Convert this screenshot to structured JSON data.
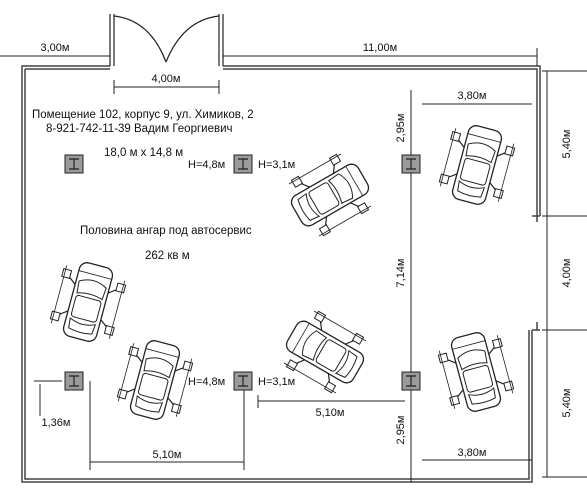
{
  "info": {
    "address": "Помещение 102, корпус 9, ул. Химиков, 2",
    "contact": "8-921-742-11-39 Вадим Георгиевич",
    "size": "18,0 м х 14,8 м",
    "purpose": "Половина ангар под автосервис",
    "area": "262 кв м"
  },
  "dims": {
    "top_left": "3,00м",
    "top_right": "11,00м",
    "door": "4,00м",
    "right_top_width": "3,80м",
    "right_bottom_width": "3,80м",
    "side_top": "5,40м",
    "side_mid": "4,00м",
    "side_bottom": "5,40м",
    "col_top": "2,95м",
    "col_mid": "7,14м",
    "col_bottom": "2,95м",
    "left_gap": "1,36м",
    "bottom_left": "5,10м",
    "bottom_mid": "5,10м"
  },
  "heights": {
    "h1": "Н=4,8м",
    "h2": "Н=3,1м",
    "h3": "Н=4,8м",
    "h4": "Н=3,1м"
  },
  "colors": {
    "line": "#222222",
    "column_fill": "#9a9a9a",
    "wall": "#555555"
  }
}
